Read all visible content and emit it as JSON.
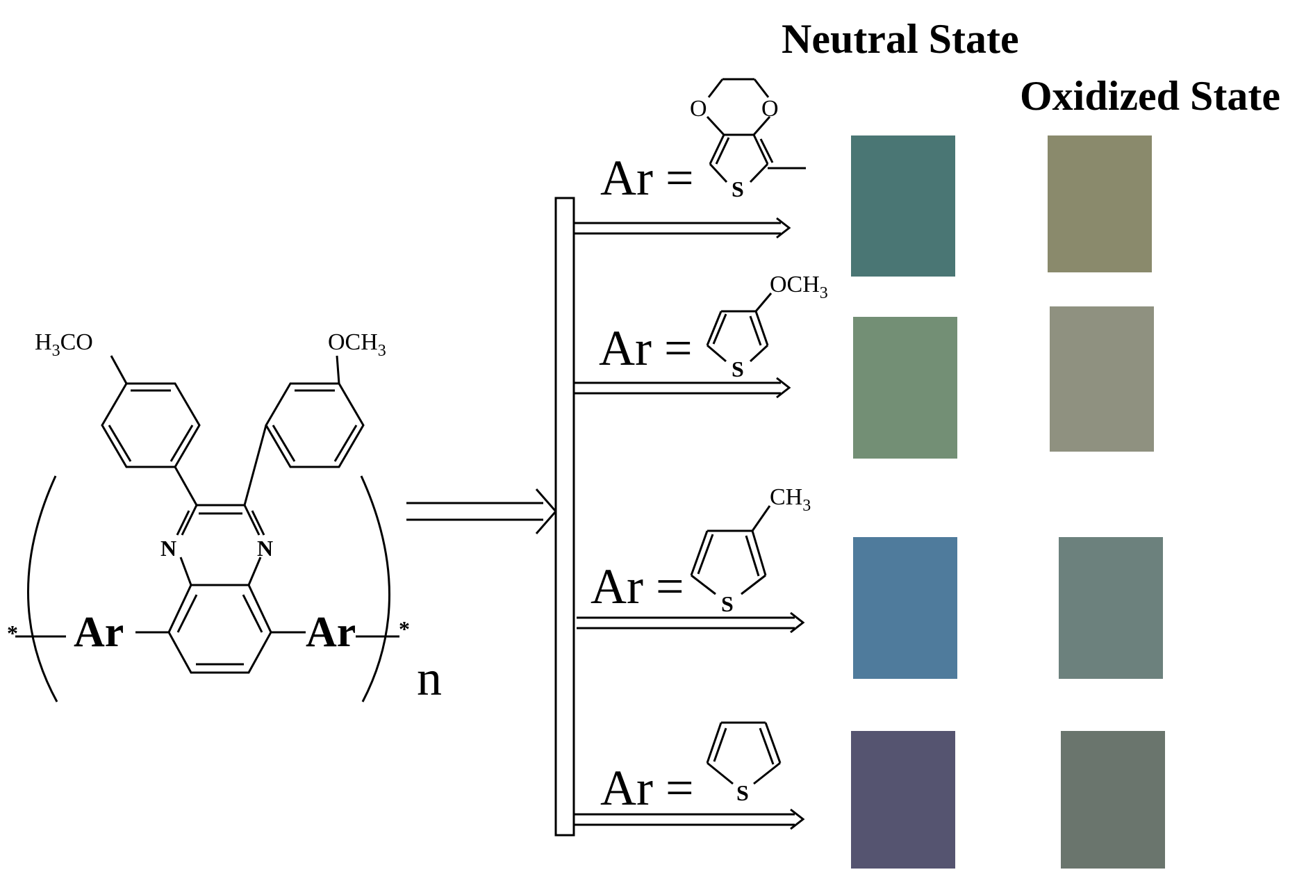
{
  "headers": {
    "neutral": "Neutral State",
    "oxidized": "Oxidized State"
  },
  "polymer": {
    "left_substituent": {
      "pre": "H",
      "sub": "3",
      "post": "CO"
    },
    "right_substituent": {
      "pre": "OCH",
      "sub": "3"
    },
    "nitrogen": "N",
    "ar": "Ar",
    "end": "*",
    "repeat": "n"
  },
  "rows": [
    {
      "label": "Ar =",
      "ring": "EDOT",
      "ring_atoms": {
        "s": "S",
        "o1": "O",
        "o2": "O"
      },
      "neutral_color": "#4a7674",
      "oxidized_color": "#8a8a6c"
    },
    {
      "label": "Ar =",
      "ring": "3-methoxythiophene",
      "ring_atoms": {
        "s": "S",
        "sub_pre": "OCH",
        "sub_num": "3"
      },
      "neutral_color": "#738f75",
      "oxidized_color": "#8f9180"
    },
    {
      "label": "Ar =",
      "ring": "3-methylthiophene",
      "ring_atoms": {
        "s": "S",
        "sub_pre": "CH",
        "sub_num": "3"
      },
      "neutral_color": "#4f7b9c",
      "oxidized_color": "#6c817d"
    },
    {
      "label": "Ar =",
      "ring": "thiophene",
      "ring_atoms": {
        "s": "S"
      },
      "neutral_color": "#555470",
      "oxidized_color": "#6a756d"
    }
  ]
}
